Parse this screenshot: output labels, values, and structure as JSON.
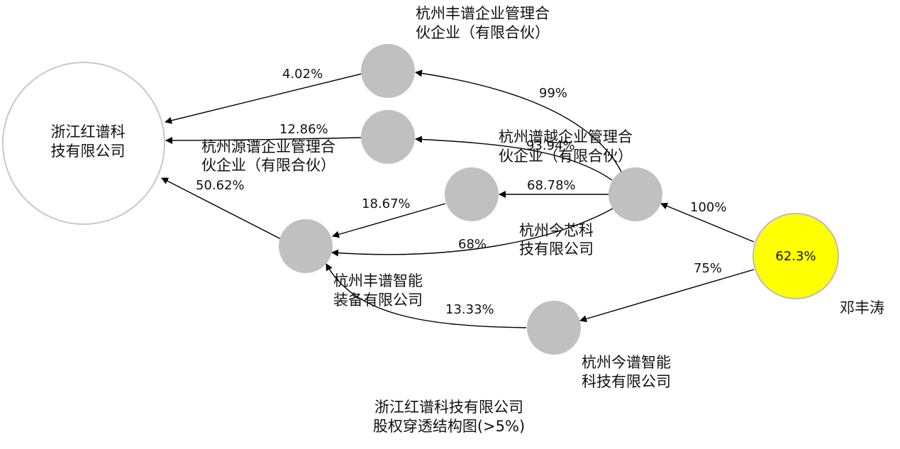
{
  "title": {
    "line1": "浙江红谱科技有限公司",
    "line2": "股权穿透结构图(>5%)"
  },
  "colors": {
    "node_fill": "#c0c0c0",
    "target_stroke": "#c8c8c8",
    "person_fill": "#ffff00",
    "edge": "#000000"
  },
  "nodes": {
    "target": {
      "line1": "浙江红谱科",
      "line2": "技有限公司"
    },
    "fengpu_hehuo": {
      "line1": "杭州丰谱企业管理合",
      "line2": "伙企业（有限合伙）"
    },
    "yuanpu_hehuo": {
      "line1": "杭州源谱企业管理合",
      "line2": "伙企业（有限合伙）"
    },
    "puyue_hehuo": {
      "line1": "杭州谱越企业管理合",
      "line2": "伙企业（有限合伙）"
    },
    "jinxin": {
      "line1": "杭州今芯科",
      "line2": "技有限公司"
    },
    "fengpu_zhineng": {
      "line1": "杭州丰谱智能",
      "line2": "装备有限公司"
    },
    "jinpu_zhineng": {
      "line1": "杭州今谱智能",
      "line2": "科技有限公司"
    },
    "person": {
      "name": "邓丰涛",
      "inner": "62.3%"
    }
  },
  "edges": {
    "fengpu_to_target": "4.02%",
    "yuanpu_to_target": "12.86%",
    "fzn_to_target": "50.62%",
    "puyue_to_fengpu": "99%",
    "puyue_to_yuanpu": "93.94%",
    "puyue_to_jinxin": "68.78%",
    "jinxin_to_fzn": "18.67%",
    "puyue_to_fzn": "68%",
    "jinpu_to_fzn": "13.33%",
    "person_to_puyue": "100%",
    "person_to_jinpu": "75%"
  }
}
